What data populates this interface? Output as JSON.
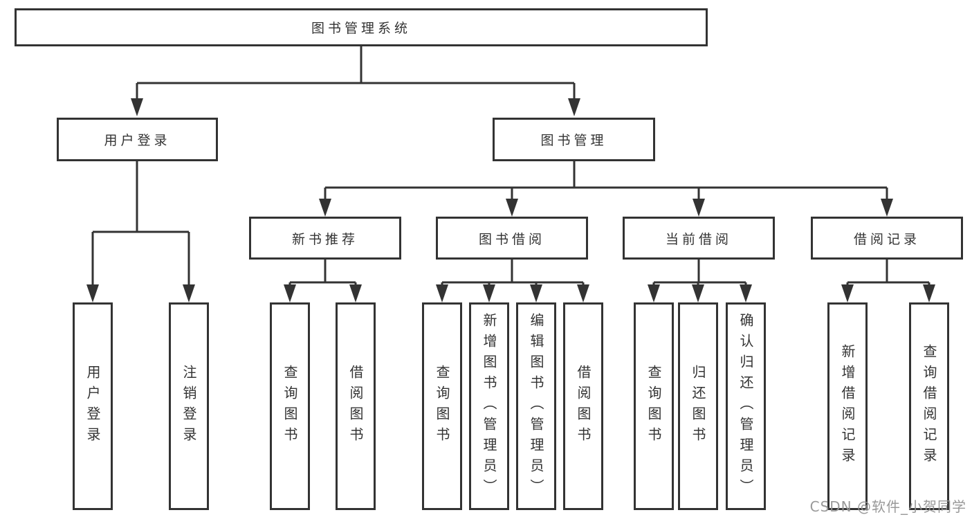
{
  "watermark": "CSDN @软件_小贺同学",
  "colors": {
    "line": "#333333",
    "box_background": "#ffffff",
    "watermark": "#949494"
  },
  "tree": {
    "label": "图书管理系统",
    "children": [
      {
        "label": "用户登录",
        "children": [
          {
            "label": "用户登录"
          },
          {
            "label": "注销登录"
          }
        ]
      },
      {
        "label": "图书管理",
        "children": [
          {
            "label": "新书推荐",
            "children": [
              {
                "label": "查询图书"
              },
              {
                "label": "借阅图书"
              }
            ]
          },
          {
            "label": "图书借阅",
            "children": [
              {
                "label": "查询图书"
              },
              {
                "label": "新增图书（管理员）"
              },
              {
                "label": "编辑图书（管理员）"
              },
              {
                "label": "借阅图书"
              }
            ]
          },
          {
            "label": "当前借阅",
            "children": [
              {
                "label": "查询图书"
              },
              {
                "label": "归还图书"
              },
              {
                "label": "确认归还（管理员）"
              }
            ]
          },
          {
            "label": "借阅记录",
            "children": [
              {
                "label": "新增借阅记录"
              },
              {
                "label": "查询借阅记录"
              }
            ]
          }
        ]
      }
    ]
  }
}
